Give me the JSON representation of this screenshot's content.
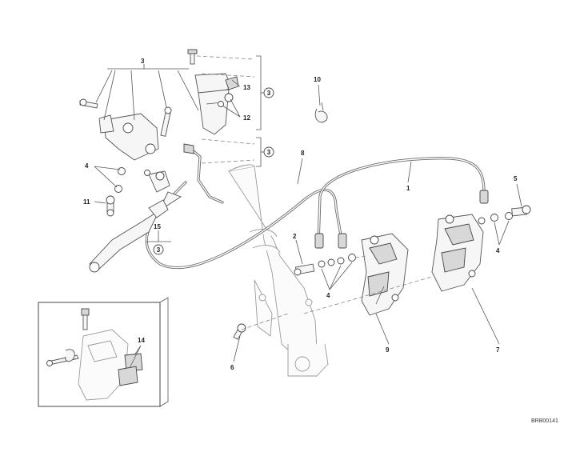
{
  "diagram": {
    "code": "BRB00141",
    "callouts": [
      "1",
      "2",
      "3",
      "3",
      "3",
      "3",
      "4",
      "4",
      "4",
      "5",
      "6",
      "7",
      "8",
      "9",
      "10",
      "11",
      "12",
      "13",
      "14",
      "15"
    ]
  },
  "palette": {
    "line": "#555555",
    "fill": "#f6f6f6",
    "dark": "#d8d8d8",
    "text": "#222222"
  }
}
